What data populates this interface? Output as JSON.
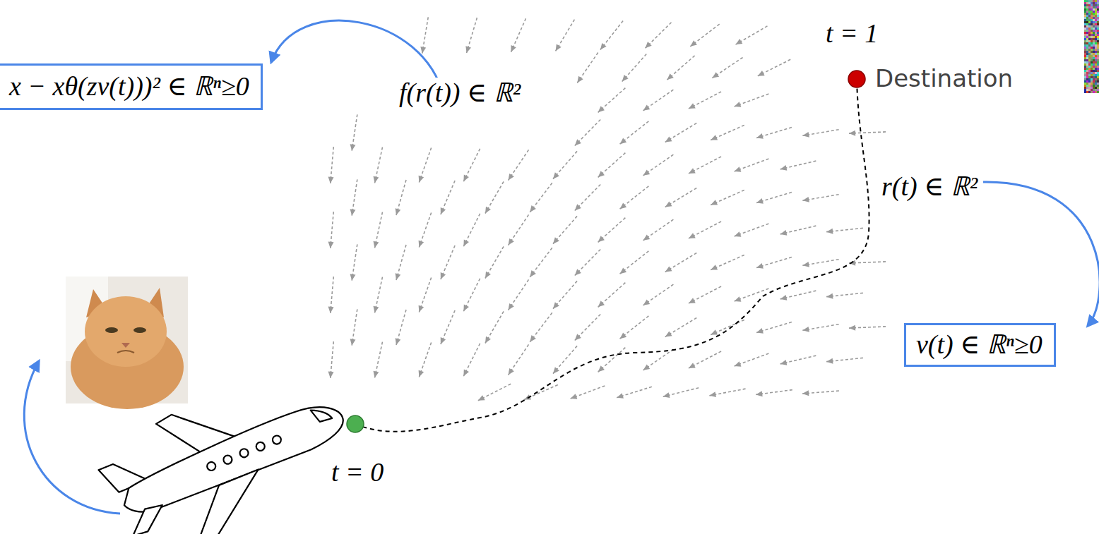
{
  "diagram": {
    "nodes": [
      {
        "text": [
          "x − xθ(zν(t)))² ∈ ℝⁿ≥0"
        ]
      },
      {
        "text": [
          "ν(t) ∈ ℝⁿ≥0"
        ]
      }
    ],
    "labels": [
      "f(r(t)) ∈ ℝ²",
      "t = 1",
      "Destination",
      "r(t) ∈ ℝ²",
      "t = 0"
    ]
  }
}
